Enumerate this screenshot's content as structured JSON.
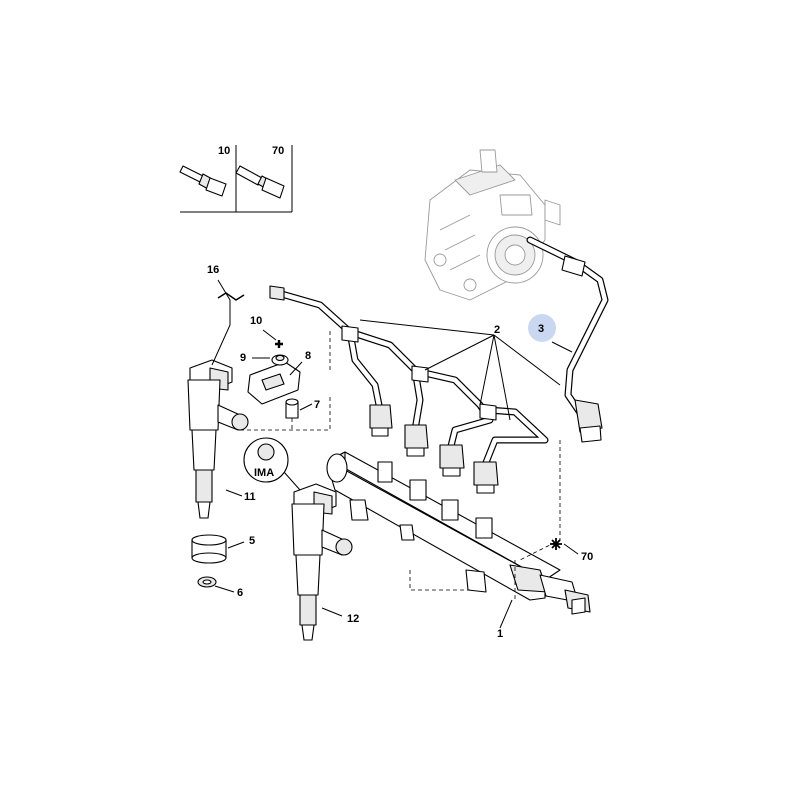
{
  "labels": {
    "l1": "1",
    "l2": "2",
    "l3": "3",
    "l5": "5",
    "l6": "6",
    "l7": "7",
    "l8": "8",
    "l9": "9",
    "l10": "10",
    "l11": "11",
    "l12": "12",
    "l16": "16",
    "l70": "70",
    "inset_10": "10",
    "inset_70": "70",
    "ima": "IMA"
  },
  "colors": {
    "highlight": "#c9d8f0",
    "line": "#000000"
  }
}
